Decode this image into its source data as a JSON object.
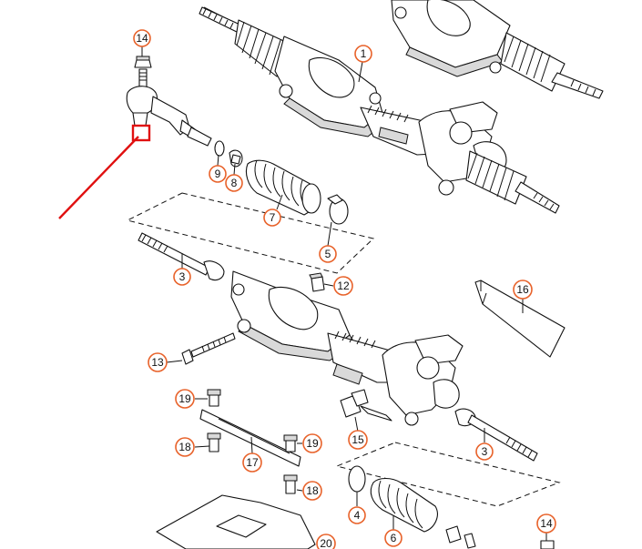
{
  "diagram": {
    "callouts": [
      {
        "id": "c14a",
        "label": "14"
      },
      {
        "id": "c1",
        "label": "1"
      },
      {
        "id": "c9",
        "label": "9"
      },
      {
        "id": "c8",
        "label": "8"
      },
      {
        "id": "c7",
        "label": "7"
      },
      {
        "id": "c5",
        "label": "5"
      },
      {
        "id": "c3a",
        "label": "3"
      },
      {
        "id": "c12",
        "label": "12"
      },
      {
        "id": "c16",
        "label": "16"
      },
      {
        "id": "c13",
        "label": "13"
      },
      {
        "id": "c19a",
        "label": "19"
      },
      {
        "id": "c15",
        "label": "15"
      },
      {
        "id": "c18a",
        "label": "18"
      },
      {
        "id": "c19b",
        "label": "19"
      },
      {
        "id": "c17",
        "label": "17"
      },
      {
        "id": "c3b",
        "label": "3"
      },
      {
        "id": "c18b",
        "label": "18"
      },
      {
        "id": "c4",
        "label": "4"
      },
      {
        "id": "c6",
        "label": "6"
      },
      {
        "id": "c14b",
        "label": "14"
      },
      {
        "id": "c20",
        "label": "20"
      }
    ],
    "colors": {
      "callout_ring": "#e8622a",
      "highlight": "#e01010",
      "line": "#111111"
    }
  }
}
